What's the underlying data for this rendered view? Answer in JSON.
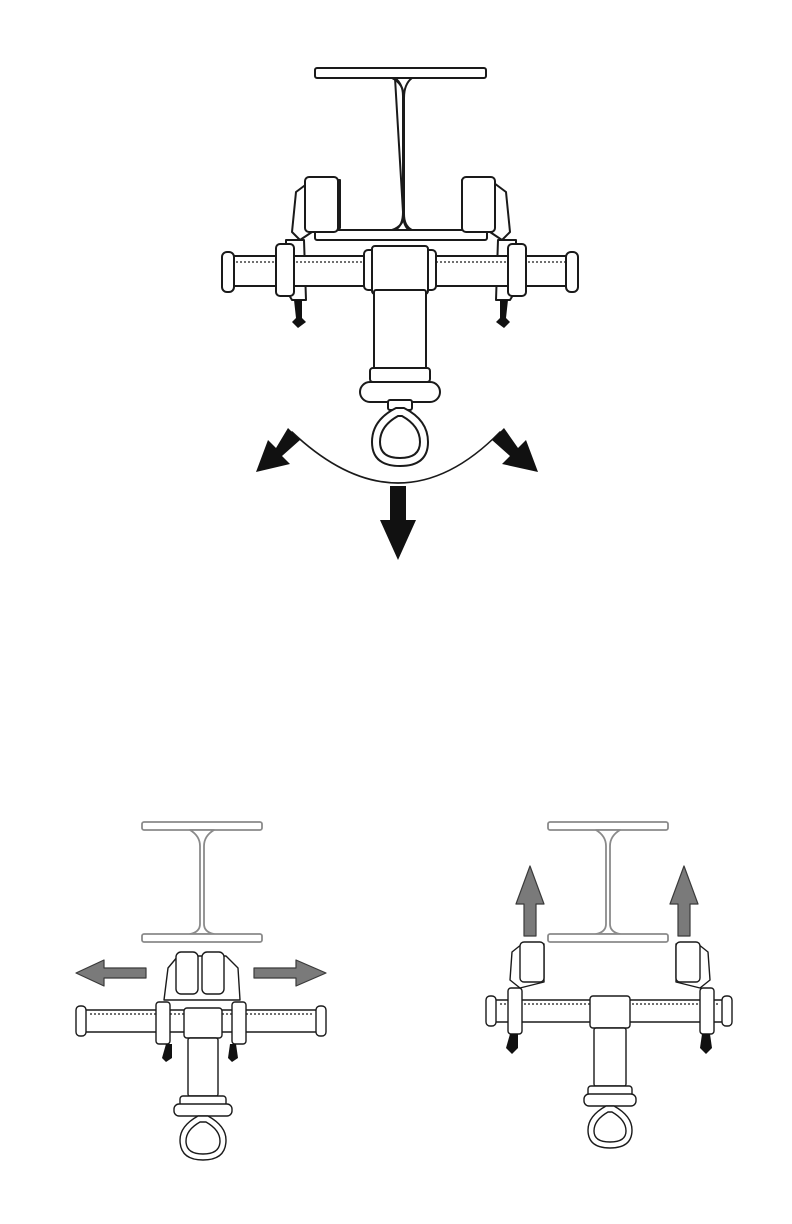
{
  "figures": [
    {
      "id": "main",
      "label": "anchor-installed-on-beam-with-load-directions"
    },
    {
      "id": "step-left",
      "label": "anchor-jaws-opening-outward"
    },
    {
      "id": "step-right",
      "label": "anchor-jaws-lifting-onto-flange"
    }
  ],
  "colors": {
    "line": "#1a1a1a",
    "arrow_dark": "#111111",
    "arrow_gray": "#7a7a7a",
    "beam_gray": "#8a8a8a"
  }
}
